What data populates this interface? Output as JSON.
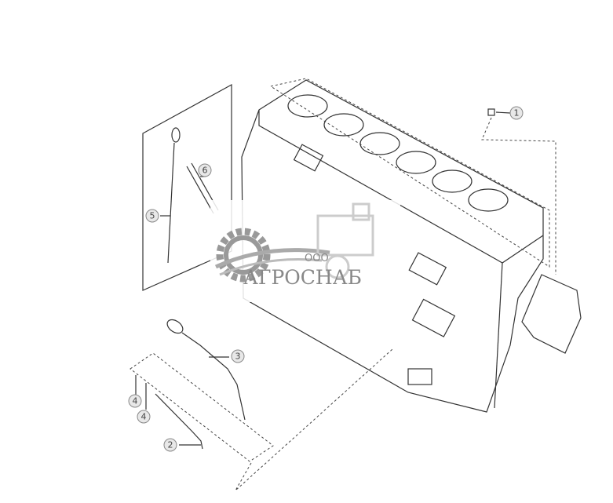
{
  "diagram": {
    "callouts": [
      "1",
      "2",
      "3",
      "4",
      "4",
      "5",
      "6"
    ],
    "watermark": {
      "company_prefix": "ООО",
      "company_name": "АГРОСНАБ"
    }
  }
}
